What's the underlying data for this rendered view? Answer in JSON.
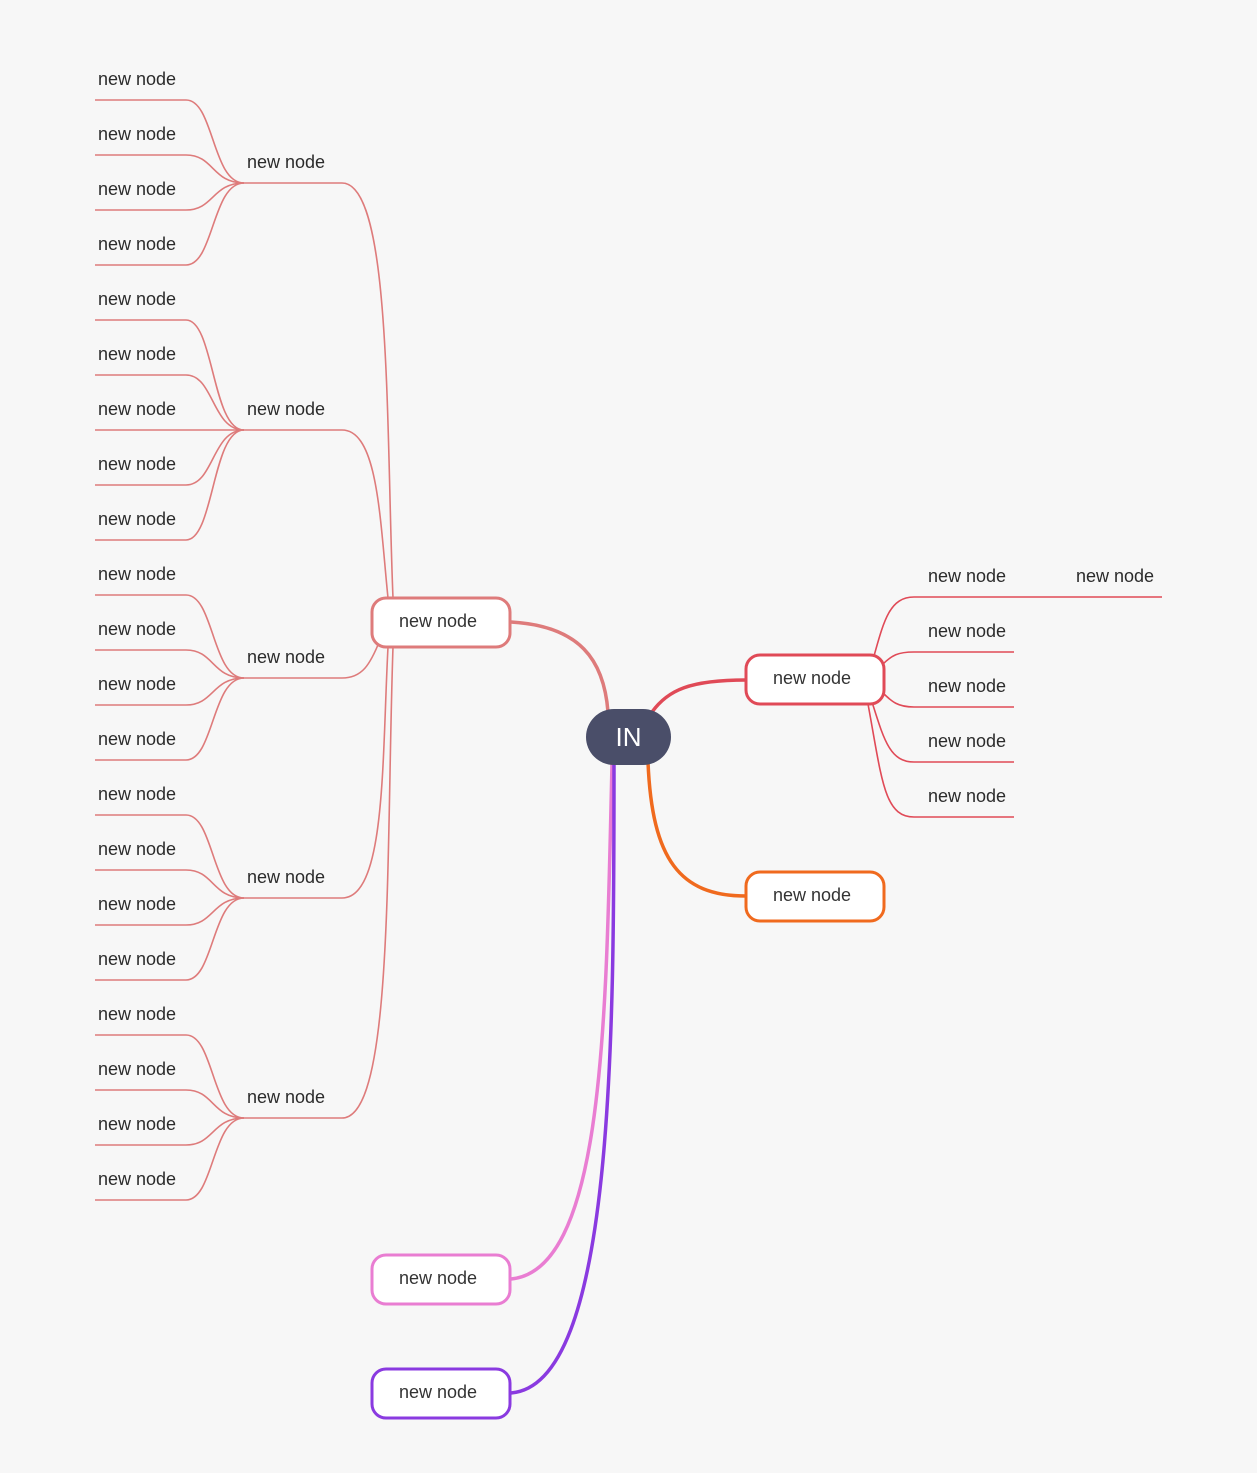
{
  "colors": {
    "background": "#f7f7f7",
    "root": "#4a4e69",
    "branch_main_left": "#de7b7b",
    "branch_right_red": "#e04a57",
    "branch_orange": "#f06a1e",
    "branch_pink": "#e97dd2",
    "branch_purple": "#8a3ae0"
  },
  "root": {
    "label": "IN"
  },
  "branches": {
    "main_left": {
      "label": "new node",
      "groups": [
        {
          "label": "new node",
          "leaves": [
            "new node",
            "new node",
            "new node",
            "new node"
          ]
        },
        {
          "label": "new node",
          "leaves": [
            "new node",
            "new node",
            "new node",
            "new node",
            "new node"
          ]
        },
        {
          "label": "new node",
          "leaves": [
            "new node",
            "new node",
            "new node",
            "new node"
          ]
        },
        {
          "label": "new node",
          "leaves": [
            "new node",
            "new node",
            "new node",
            "new node"
          ]
        },
        {
          "label": "new node",
          "leaves": [
            "new node",
            "new node",
            "new node",
            "new node"
          ]
        }
      ]
    },
    "right_red": {
      "label": "new node",
      "leaves": [
        "new node",
        "new node",
        "new node",
        "new node",
        "new node"
      ],
      "sub_leaf": "new node"
    },
    "orange": {
      "label": "new node"
    },
    "pink": {
      "label": "new node"
    },
    "purple": {
      "label": "new node"
    }
  }
}
